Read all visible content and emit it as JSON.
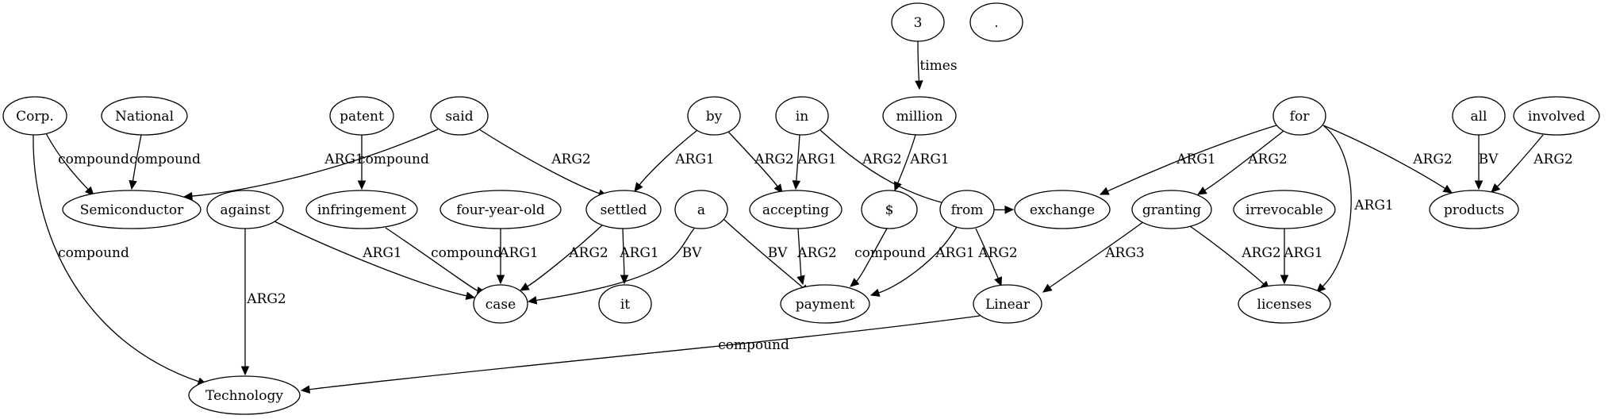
{
  "graph": {
    "nodes": [
      {
        "id": "n3",
        "label": "3"
      },
      {
        "id": "dot",
        "label": "."
      },
      {
        "id": "corp",
        "label": "Corp."
      },
      {
        "id": "national",
        "label": "National"
      },
      {
        "id": "patent",
        "label": "patent"
      },
      {
        "id": "said",
        "label": "said"
      },
      {
        "id": "by",
        "label": "by"
      },
      {
        "id": "in",
        "label": "in"
      },
      {
        "id": "million",
        "label": "million"
      },
      {
        "id": "for",
        "label": "for"
      },
      {
        "id": "all",
        "label": "all"
      },
      {
        "id": "involved",
        "label": "involved"
      },
      {
        "id": "semiconductor",
        "label": "Semiconductor"
      },
      {
        "id": "against",
        "label": "against"
      },
      {
        "id": "infringement",
        "label": "infringement"
      },
      {
        "id": "fouryearold",
        "label": "four-year-old"
      },
      {
        "id": "settled",
        "label": "settled"
      },
      {
        "id": "a",
        "label": "a"
      },
      {
        "id": "accepting",
        "label": "accepting"
      },
      {
        "id": "dollar",
        "label": "$"
      },
      {
        "id": "from",
        "label": "from"
      },
      {
        "id": "exchange",
        "label": "exchange"
      },
      {
        "id": "granting",
        "label": "granting"
      },
      {
        "id": "irrevocable",
        "label": "irrevocable"
      },
      {
        "id": "products",
        "label": "products"
      },
      {
        "id": "case",
        "label": "case"
      },
      {
        "id": "it",
        "label": "it"
      },
      {
        "id": "payment",
        "label": "payment"
      },
      {
        "id": "linear",
        "label": "Linear"
      },
      {
        "id": "licenses",
        "label": "licenses"
      },
      {
        "id": "technology",
        "label": "Technology"
      }
    ],
    "edges": [
      {
        "from": "n3",
        "to": "million",
        "label": "times"
      },
      {
        "from": "corp",
        "to": "semiconductor",
        "label": "compound"
      },
      {
        "from": "corp",
        "to": "technology",
        "label": "compound"
      },
      {
        "from": "national",
        "to": "semiconductor",
        "label": "compound"
      },
      {
        "from": "patent",
        "to": "infringement",
        "label": "compound"
      },
      {
        "from": "said",
        "to": "semiconductor",
        "label": "ARG1"
      },
      {
        "from": "said",
        "to": "settled",
        "label": "ARG2"
      },
      {
        "from": "by",
        "to": "settled",
        "label": "ARG1"
      },
      {
        "from": "by",
        "to": "accepting",
        "label": "ARG2"
      },
      {
        "from": "in",
        "to": "accepting",
        "label": "ARG1"
      },
      {
        "from": "in",
        "to": "exchange",
        "label": "ARG2"
      },
      {
        "from": "million",
        "to": "dollar",
        "label": "ARG1"
      },
      {
        "from": "for",
        "to": "exchange",
        "label": "ARG1"
      },
      {
        "from": "for",
        "to": "granting",
        "label": "ARG2"
      },
      {
        "from": "for",
        "to": "licenses",
        "label": "ARG1"
      },
      {
        "from": "for",
        "to": "products",
        "label": "ARG2"
      },
      {
        "from": "all",
        "to": "products",
        "label": "BV"
      },
      {
        "from": "involved",
        "to": "products",
        "label": "ARG2"
      },
      {
        "from": "against",
        "to": "case",
        "label": "ARG1"
      },
      {
        "from": "against",
        "to": "technology",
        "label": "ARG2"
      },
      {
        "from": "infringement",
        "to": "case",
        "label": "compound"
      },
      {
        "from": "fouryearold",
        "to": "case",
        "label": "ARG1"
      },
      {
        "from": "settled",
        "to": "case",
        "label": "ARG2"
      },
      {
        "from": "settled",
        "to": "it",
        "label": "ARG1"
      },
      {
        "from": "a",
        "to": "case",
        "label": "BV"
      },
      {
        "from": "a",
        "to": "payment",
        "label": "BV"
      },
      {
        "from": "accepting",
        "to": "payment",
        "label": "ARG2"
      },
      {
        "from": "dollar",
        "to": "payment",
        "label": "compound"
      },
      {
        "from": "from",
        "to": "payment",
        "label": "ARG1"
      },
      {
        "from": "from",
        "to": "linear",
        "label": "ARG2"
      },
      {
        "from": "granting",
        "to": "linear",
        "label": "ARG3"
      },
      {
        "from": "granting",
        "to": "licenses",
        "label": "ARG2"
      },
      {
        "from": "irrevocable",
        "to": "licenses",
        "label": "ARG1"
      },
      {
        "from": "linear",
        "to": "technology",
        "label": "compound"
      }
    ]
  }
}
